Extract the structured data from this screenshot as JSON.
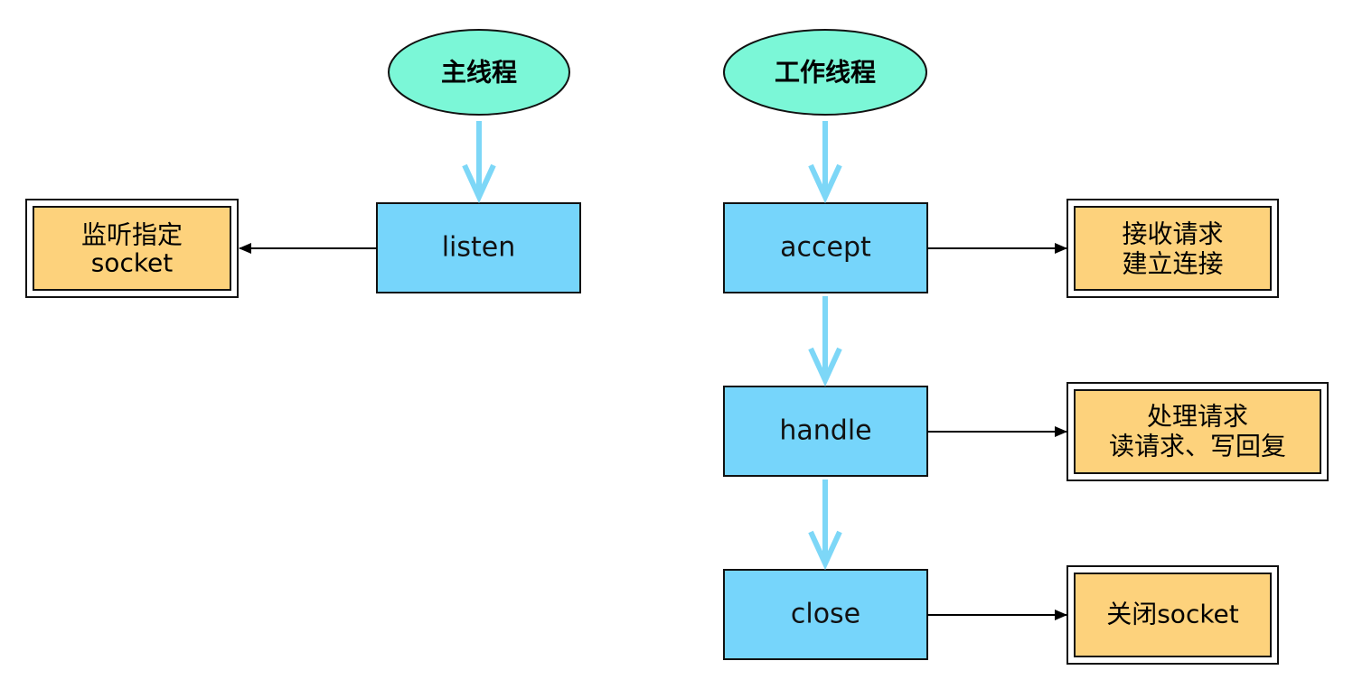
{
  "threads": {
    "main": {
      "label": "主线程"
    },
    "worker": {
      "label": "工作线程"
    }
  },
  "steps": {
    "listen": "listen",
    "accept": "accept",
    "handle": "handle",
    "close": "close"
  },
  "notes": {
    "listen": [
      "监听指定",
      "socket"
    ],
    "accept": [
      "接收请求",
      "建立连接"
    ],
    "handle": [
      "处理请求",
      "读请求、写回复"
    ],
    "close": [
      "关闭socket"
    ]
  },
  "colors": {
    "ellipse_fill": "#7bf7d7",
    "process_fill": "#76d5fb",
    "note_fill": "#fdd27c",
    "flow_arrow": "#7dd7f7",
    "link_arrow": "#000000"
  }
}
